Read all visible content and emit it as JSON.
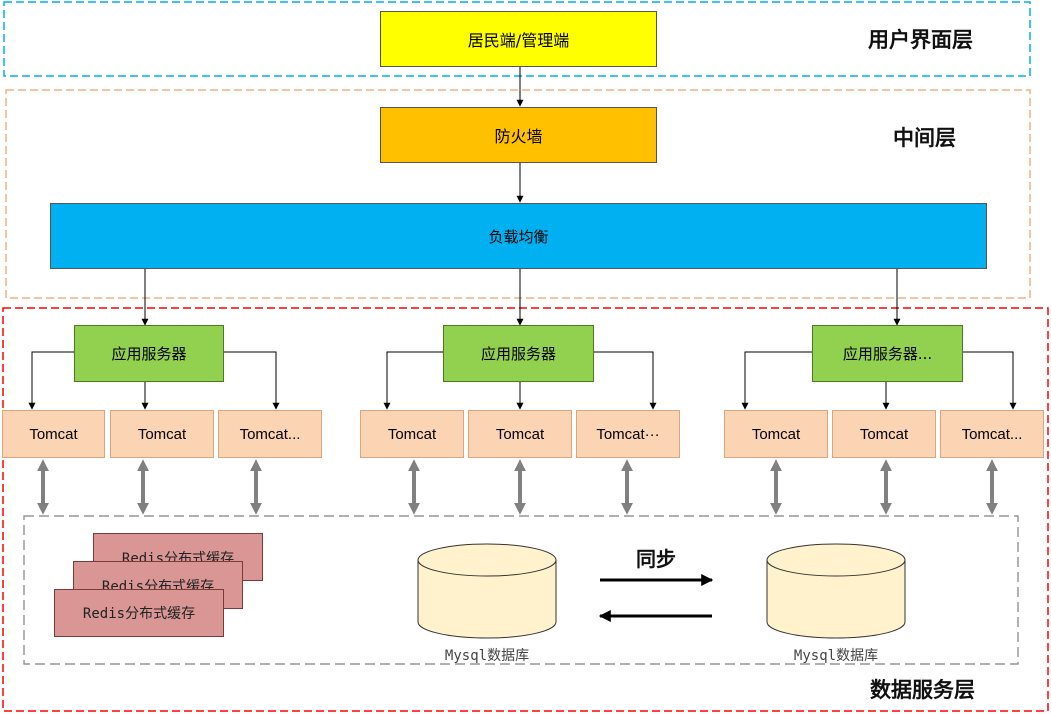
{
  "layers": {
    "ui": "用户界面层",
    "middle": "中间层",
    "data": "数据服务层"
  },
  "nodes": {
    "client": "居民端/管理端",
    "firewall": "防火墙",
    "load_balancer": "负载均衡",
    "app_servers": [
      "应用服务器",
      "应用服务器",
      "应用服务器..."
    ],
    "tomcats": [
      "Tomcat",
      "Tomcat",
      "Tomcat...",
      "Tomcat",
      "Tomcat",
      "Tomcat···",
      "Tomcat",
      "Tomcat",
      "Tomcat..."
    ],
    "redis": [
      "Redis分布式缓存",
      "Redis分布式缓存",
      "Redis分布式缓存"
    ],
    "mysql": [
      "Mysql数据库",
      "Mysql数据库"
    ],
    "sync": "同步"
  },
  "colors": {
    "client": "#ffff00",
    "firewall": "#ffc000",
    "load_balancer": "#00b0f0",
    "app_server": "#92d050",
    "tomcat": "#fbd4b4",
    "redis": "#d99694",
    "db": "#fff2cc",
    "ui_border": "#00b0f0",
    "middle_border": "#f4b183",
    "data_border": "#ff0000"
  }
}
